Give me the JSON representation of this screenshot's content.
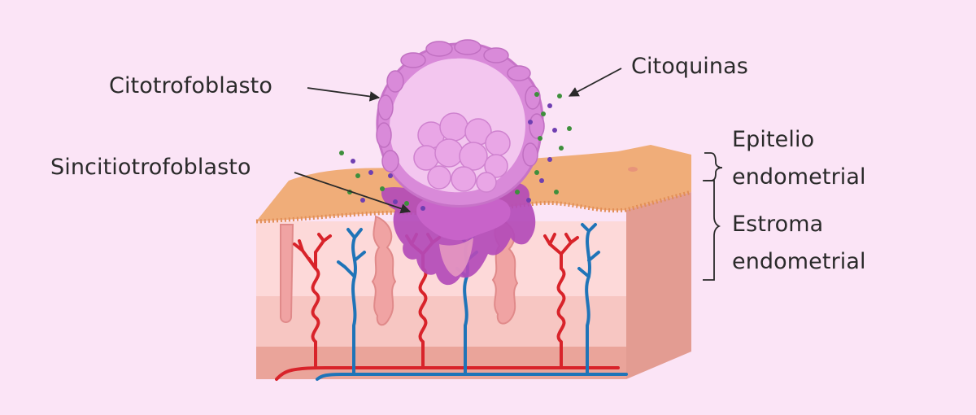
{
  "labels": {
    "cytotrophoblast": "Citotrofoblasto",
    "syncytiotrophoblast": "Sincitiotrofoblasto",
    "cytokines": "Citoquinas",
    "epithelium_line1": "Epitelio",
    "epithelium_line2": "endometrial",
    "stroma_line1": "Estroma",
    "stroma_line2": "endometrial"
  },
  "colors": {
    "background": "#fbe4f6",
    "epithelium": "#f0ad79",
    "stroma_light": "#fdd9d9",
    "stroma_mid": "#f4c0bd",
    "stroma_deep": "#eaa49a",
    "artery": "#d8232a",
    "vein": "#1f74b8",
    "trophoblast": "#cf72d2",
    "syncytium": "#b34bb9",
    "cytokine_green": "#3e8f3c",
    "cytokine_purple": "#6f3fb1"
  }
}
